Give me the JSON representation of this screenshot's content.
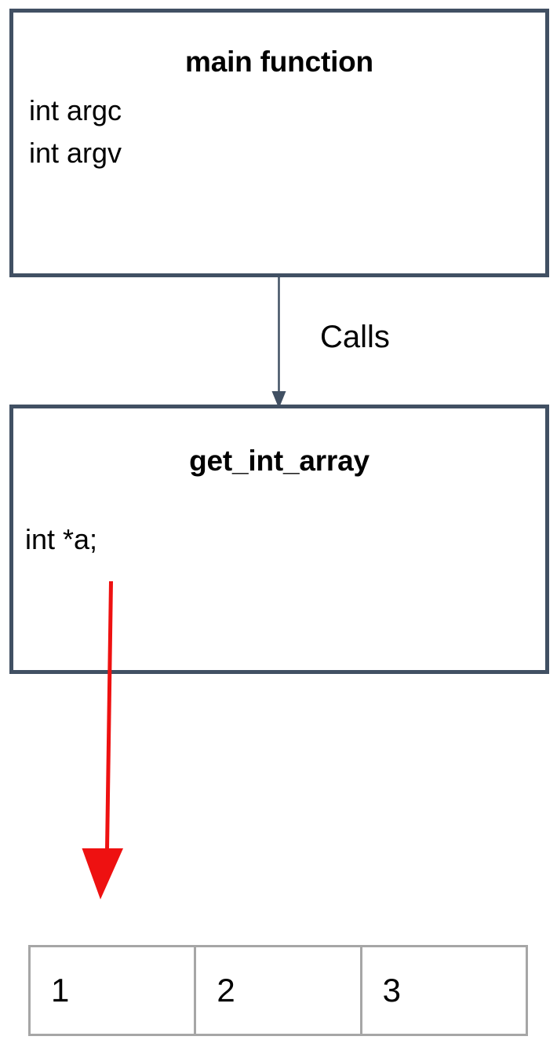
{
  "diagram": {
    "title_caller": "main function",
    "title_callee": "get_int_array",
    "edge_label": "Calls",
    "caller_box": {
      "title": "main function",
      "lines": "int argc\nint argv"
    },
    "callee_box": {
      "title": "get_int_array",
      "lines": "int *a;"
    },
    "array": {
      "cells": [
        "1",
        "2",
        "3"
      ]
    },
    "colors": {
      "box_border": "#415063",
      "call_arrow": "#415063",
      "pointer_arrow": "#ee1111",
      "table_border": "#a6a6a6",
      "text": "#000000",
      "background": "#ffffff"
    },
    "icons": {
      "call_arrow": "arrow-down-icon",
      "pointer_arrow": "red-arrow-down-icon"
    }
  }
}
